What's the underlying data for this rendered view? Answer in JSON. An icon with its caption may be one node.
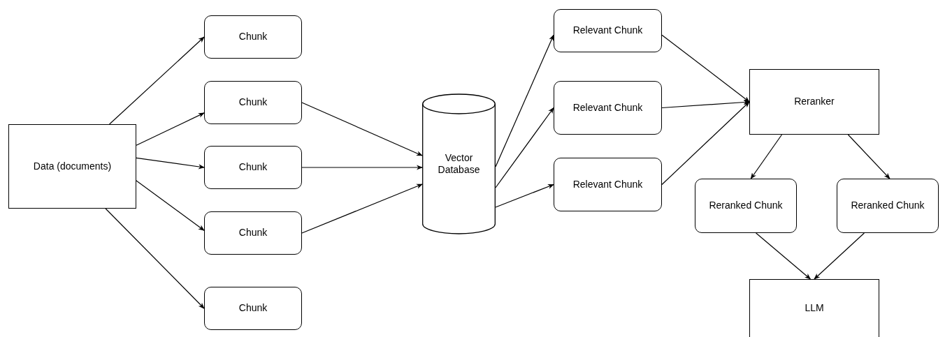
{
  "diagram": {
    "nodes": [
      {
        "text": [
          "Data (documents)"
        ]
      },
      {
        "text": [
          "Chunk"
        ]
      },
      {
        "text": [
          "Chunk"
        ]
      },
      {
        "text": [
          "Chunk"
        ]
      },
      {
        "text": [
          "Chunk"
        ]
      },
      {
        "text": [
          "Chunk"
        ]
      },
      {
        "text": [
          "Vector Database"
        ]
      },
      {
        "text": [
          "Relevant Chunk"
        ]
      },
      {
        "text": [
          "Relevant Chunk"
        ]
      },
      {
        "text": [
          "Relevant Chunk"
        ]
      },
      {
        "text": [
          "Reranker"
        ]
      },
      {
        "text": [
          "Reranked Chunk"
        ]
      },
      {
        "text": [
          "Reranked Chunk"
        ]
      },
      {
        "text": [
          "LLM"
        ]
      }
    ],
    "edges": [
      {
        "from": 0,
        "to": 1,
        "arrow": "to"
      },
      {
        "from": 0,
        "to": 2,
        "arrow": "to"
      },
      {
        "from": 0,
        "to": 3,
        "arrow": "to"
      },
      {
        "from": 0,
        "to": 4,
        "arrow": "to"
      },
      {
        "from": 0,
        "to": 5,
        "arrow": "to"
      },
      {
        "from": 2,
        "to": 6,
        "arrow": "to"
      },
      {
        "from": 3,
        "to": 6,
        "arrow": "to"
      },
      {
        "from": 4,
        "to": 6,
        "arrow": "to"
      },
      {
        "from": 6,
        "to": 7,
        "arrow": "to"
      },
      {
        "from": 6,
        "to": 8,
        "arrow": "to"
      },
      {
        "from": 6,
        "to": 9,
        "arrow": "to"
      },
      {
        "from": 7,
        "to": 10,
        "arrow": "to"
      },
      {
        "from": 8,
        "to": 10,
        "arrow": "to"
      },
      {
        "from": 9,
        "to": 10,
        "arrow": "to"
      },
      {
        "from": 10,
        "to": 11,
        "arrow": "to"
      },
      {
        "from": 10,
        "to": 12,
        "arrow": "to"
      },
      {
        "from": 11,
        "to": 13,
        "arrow": "to"
      },
      {
        "from": 12,
        "to": 13,
        "arrow": "to"
      }
    ]
  }
}
